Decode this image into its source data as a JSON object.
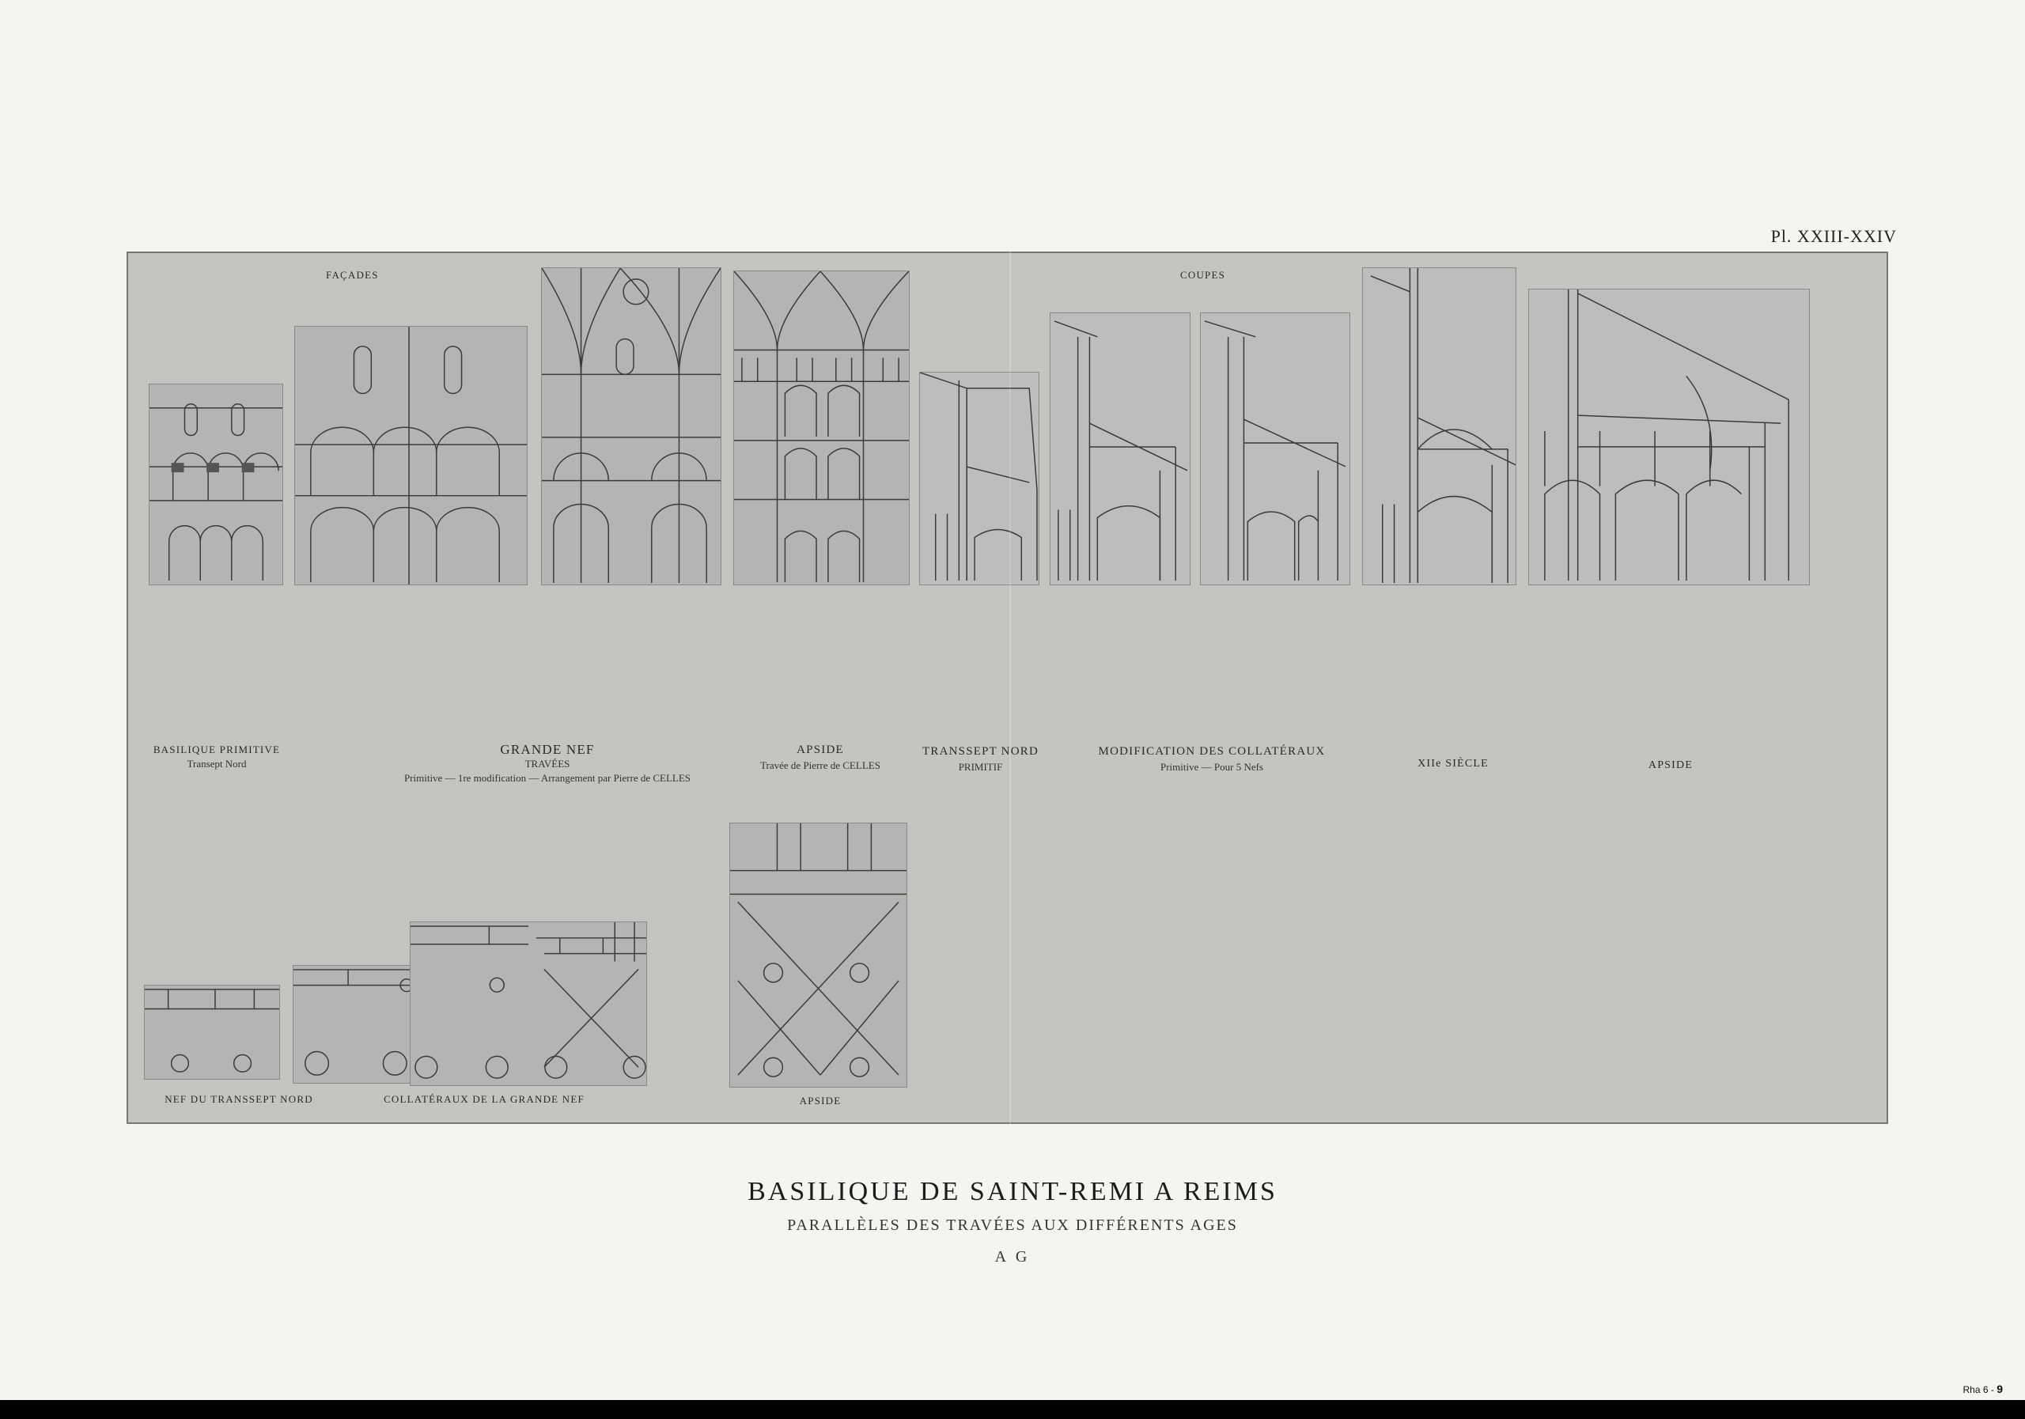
{
  "plate_number": "Pl. XXIII-XXIV",
  "section_headings": {
    "left": "FAÇADES",
    "right": "COUPES"
  },
  "elevation_labels": [
    {
      "title": "BASILIQUE PRIMITIVE",
      "sub": "Transept Nord"
    },
    {
      "title": "GRANDE NEF",
      "sub": "TRAVÉES",
      "sub2": "Primitive — 1re modification — Arrangement par Pierre de CELLES"
    },
    {
      "title": "APSIDE",
      "sub": "Travée de Pierre de CELLES"
    },
    {
      "title": "TRANSSEPT NORD",
      "sub": "PRIMITIF"
    },
    {
      "title": "MODIFICATION DES COLLATÉRAUX",
      "sub": "Primitive — Pour 5 Nefs"
    },
    {
      "title": "XIIe SIÈCLE"
    },
    {
      "title": "APSIDE"
    }
  ],
  "plan_labels": [
    "NEF DU TRANSSEPT NORD",
    "COLLATÉRAUX DE LA GRANDE NEF",
    "APSIDE"
  ],
  "title": "BASILIQUE DE SAINT-REMI A REIMS",
  "subtitle": "PARALLÈLES DES TRAVÉES AUX DIFFÉRENTS AGES",
  "initials": "A G",
  "footer": {
    "prefix": "Rha 6 - ",
    "number": "9"
  },
  "colors": {
    "plate": "#c4c4c3",
    "drawing": "#b3b4b3",
    "line": "#3a3a3a",
    "paper": "#f4f4f2"
  }
}
